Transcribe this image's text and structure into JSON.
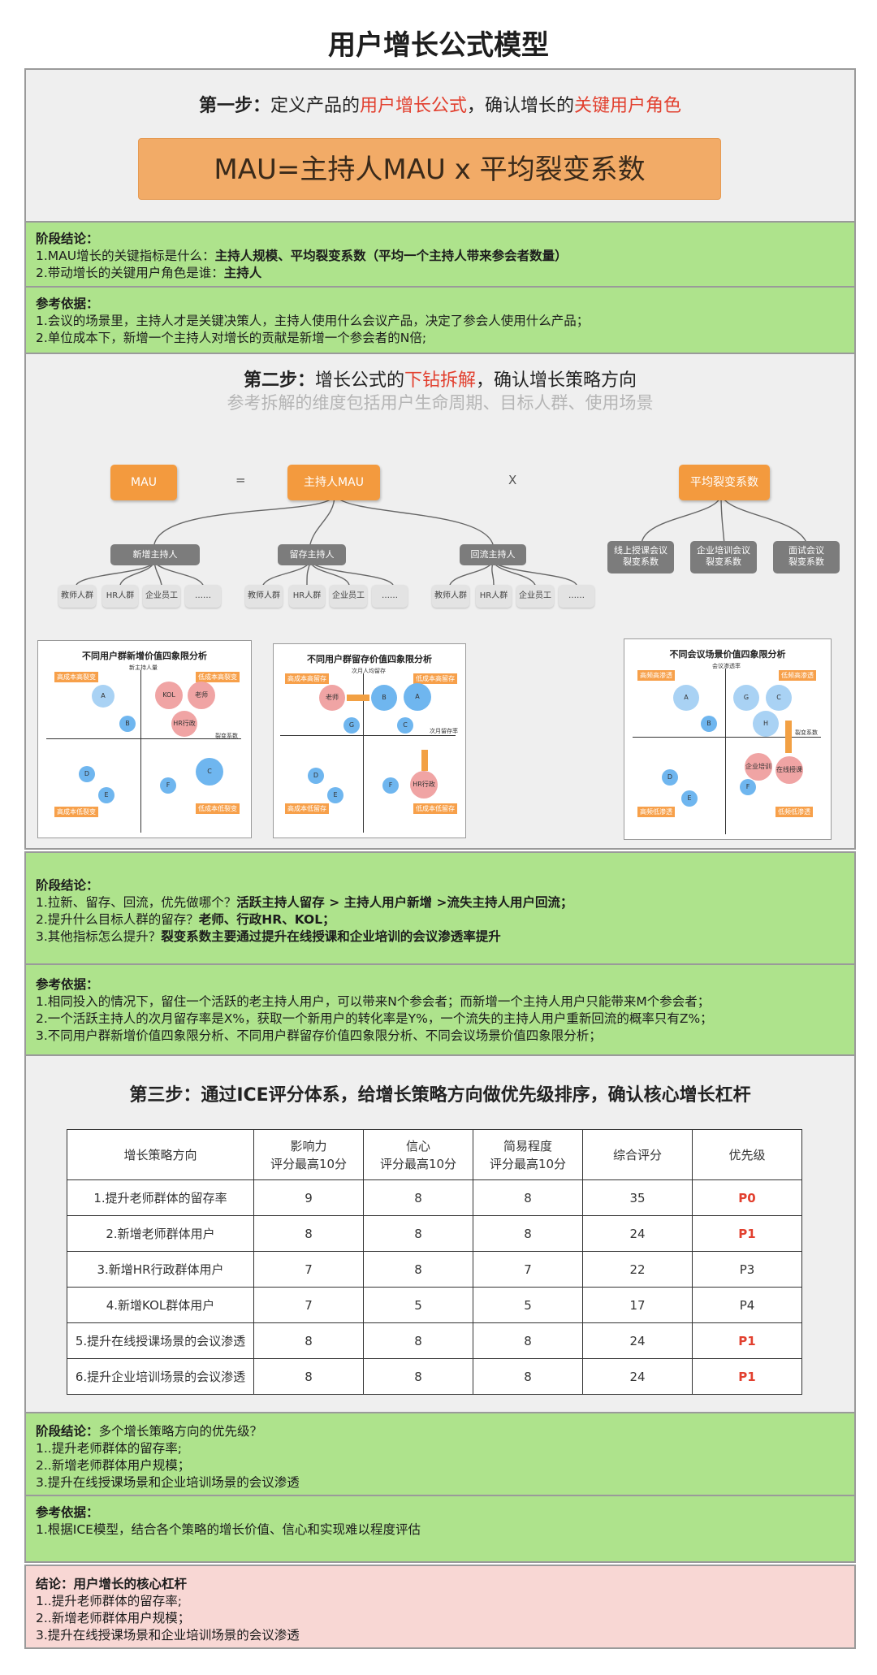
{
  "page_title": "用户增长公式模型",
  "step1": {
    "title_prefix": "第一步：",
    "title_a": "定义产品的",
    "title_red1": "用户增长公式",
    "title_b": "，确认增长的",
    "title_red2": "关键用户角色",
    "formula": "MAU=主持人MAU x 平均裂变系数"
  },
  "conclusion1": {
    "heading": "阶段结论：",
    "l1_a": "1.MAU增长的关键指标是什么：",
    "l1_b": "主持人规模、平均裂变系数（平均一个主持人带来参会者数量）",
    "l2_a": "2.带动增长的关键用户角色是谁：",
    "l2_b": "主持人"
  },
  "basis1": {
    "heading": "参考依据：",
    "l1": "1.会议的场景里，主持人才是关键决策人，主持人使用什么会议产品，决定了参会人使用什么产品；",
    "l2": "2.单位成本下，新增一个主持人对增长的贡献是新增一个参会者的N倍;"
  },
  "step2": {
    "title_prefix": "第二步：",
    "title_a": "增长公式的",
    "title_red": "下钻拆解",
    "title_b": "，确认增长策略方向",
    "subtitle": "参考拆解的维度包括用户生命周期、目标人群、使用场景"
  },
  "tree": {
    "mau": "MAU",
    "eq": "=",
    "host_mau": "主持人MAU",
    "times": "X",
    "avg": "平均裂变系数",
    "host_children": [
      "新增主持人",
      "留存主持人",
      "回流主持人"
    ],
    "leaves": [
      "教师人群",
      "HR人群",
      "企业员工",
      "……"
    ],
    "avg_children": [
      [
        "线上授课会议",
        "裂变系数"
      ],
      [
        "企业培训会议",
        "裂变系数"
      ],
      [
        "面试会议",
        "裂变系数"
      ]
    ]
  },
  "quadrants": [
    {
      "title": "不同用户群新增价值四象限分析",
      "y_axis": "新主持人量",
      "x_axis": "裂变系数",
      "tags": [
        "高成本高裂变",
        "低成本高裂变",
        "高成本低裂变",
        "低成本低裂变"
      ],
      "bubbles": [
        "A",
        "KOL",
        "老师",
        "B",
        "HR行政",
        "D",
        "E",
        "F",
        "C"
      ]
    },
    {
      "title": "不同用户群留存价值四象限分析",
      "y_axis": "次月人均留存",
      "x_axis": "次月留存率",
      "tags": [
        "高成本高留存",
        "低成本高留存",
        "高成本低留存",
        "低成本低留存"
      ],
      "bubbles": [
        "老师",
        "B",
        "A",
        "G",
        "C",
        "D",
        "E",
        "F",
        "HR行政"
      ]
    },
    {
      "title": "不同会议场景价值四象限分析",
      "y_axis": "会议渗透率",
      "x_axis": "裂变系数",
      "tags": [
        "高频高渗透",
        "低频高渗透",
        "高频低渗透",
        "低频低渗透"
      ],
      "bubbles": [
        "A",
        "G",
        "C",
        "B",
        "H",
        "企业培训",
        "在线授课",
        "D",
        "E",
        "F"
      ]
    }
  ],
  "conclusion2": {
    "heading": "阶段结论：",
    "l1_a": "1.拉新、留存、回流，优先做哪个？",
    "l1_b": "活跃主持人留存 > 主持人用户新增 >流失主持人用户回流；",
    "l2_a": "2.提升什么目标人群的留存？",
    "l2_b": "老师、行政HR、KOL；",
    "l3_a": "3.其他指标怎么提升？",
    "l3_b": "裂变系数主要通过提升在线授课和企业培训的会议渗透率提升"
  },
  "basis2": {
    "heading": "参考依据：",
    "l1": "1.相同投入的情况下，留住一个活跃的老主持人用户，可以带来N个参会者；而新增一个主持人用户只能带来M个参会者；",
    "l2": "2.一个活跃主持人的次月留存率是X%，获取一个新用户的转化率是Y%，一个流失的主持人用户重新回流的概率只有Z%；",
    "l3": "3.不同用户群新增价值四象限分析、不同用户群留存价值四象限分析、不同会议场景价值四象限分析；"
  },
  "step3": {
    "title": "第三步：通过ICE评分体系，给增长策略方向做优先级排序，确认核心增长杠杆"
  },
  "ice_table": {
    "headers": [
      "增长策略方向",
      "影响力\n评分最高10分",
      "信心\n评分最高10分",
      "简易程度\n评分最高10分",
      "综合评分",
      "优先级"
    ],
    "rows": [
      [
        "1.提升老师群体的留存率",
        "9",
        "8",
        "8",
        "35",
        "P0"
      ],
      [
        "2.新增老师群体用户",
        "8",
        "8",
        "8",
        "24",
        "P1"
      ],
      [
        "3.新增HR行政群体用户",
        "7",
        "8",
        "7",
        "22",
        "P3"
      ],
      [
        "4.新增KOL群体用户",
        "7",
        "5",
        "5",
        "17",
        "P4"
      ],
      [
        "5.提升在线授课场景的会议渗透",
        "8",
        "8",
        "8",
        "24",
        "P1"
      ],
      [
        "6.提升企业培训场景的会议渗透",
        "8",
        "8",
        "8",
        "24",
        "P1"
      ]
    ],
    "red_priority": [
      true,
      true,
      false,
      false,
      true,
      true
    ]
  },
  "conclusion3": {
    "heading": "阶段结论：",
    "heading_rest": "多个增长策略方向的优先级？",
    "l1": "1..提升老师群体的留存率;",
    "l2": "2..新增老师群体用户规模；",
    "l3": "3.提升在线授课场景和企业培训场景的会议渗透"
  },
  "basis3": {
    "heading": "参考依据：",
    "l1": "1.根据ICE模型，结合各个策略的增长价值、信心和实现难以程度评估"
  },
  "final": {
    "heading": "结论：用户增长的核心杠杆",
    "l1": "1..提升老师群体的留存率;",
    "l2": "2..新增老师群体用户规模；",
    "l3": "3.提升在线授课场景和企业培训场景的会议渗透"
  },
  "colors": {
    "accent_red": "#e2402f",
    "orange": "#f39a3e",
    "green_panel": "#aee38c",
    "pink_panel": "#f8d7d4",
    "gray_panel": "#efefef"
  }
}
